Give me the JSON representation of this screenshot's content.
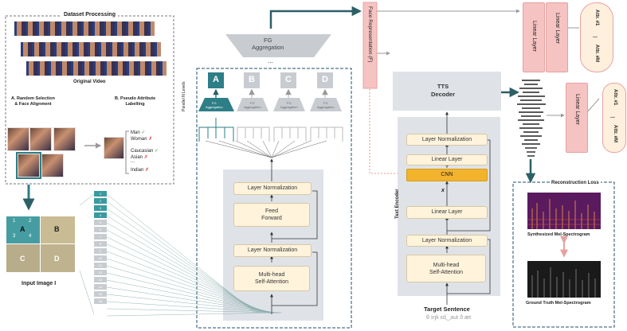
{
  "dataset": {
    "title": "Dataset Processing",
    "video_caption": "Original Video",
    "step_a": "A. Random Selection\n& Face Alignment",
    "step_b": "B. Pseudo Attribute\nLabelling",
    "attr_man": "Man",
    "attr_woman": "Woman",
    "attr_caucasian": "Caucasian",
    "attr_asian": "Asian",
    "attr_dots": "...",
    "attr_indian": "Indian"
  },
  "input_image": {
    "caption": "Input Image I",
    "quadrants": [
      "A",
      "B",
      "C",
      "D"
    ],
    "patch_numbers": [
      "1",
      "2",
      "3",
      "4"
    ]
  },
  "tokens": [
    "1",
    "2",
    "3",
    "4",
    "5",
    "6",
    "7",
    "8",
    "9",
    "10",
    "11",
    "12",
    "13",
    "14",
    "15",
    "16"
  ],
  "fg_top": {
    "label": "FG\nAggregation",
    "dots": "..."
  },
  "parallel": {
    "side_label": "Parallel N Levels",
    "heads": [
      "A",
      "B",
      "C",
      "D"
    ],
    "agg_label": "FG\nAggregation"
  },
  "encoder_left": {
    "layer_norm_top": "Layer Normalization",
    "feed_forward": "Feed\nForward",
    "layer_norm_bottom": "Layer Normalization",
    "mhsa": "Multi-head\nSelf-Attention"
  },
  "face_rep": {
    "label": "Face Representation (F)"
  },
  "tts": {
    "decoder": "TTS\nDecoder",
    "text_encoder": "Text Encoder",
    "layer_norm_top": "Layer Normalization",
    "linear_top": "Linear Layer",
    "cnn": "CNN",
    "x_label": "x",
    "linear_bottom": "Linear Layer",
    "layer_norm_bottom": "Layer Normalization",
    "mhsa": "Multi-head\nSelf-Attention",
    "target_sentence": "Target Sentence",
    "target_phonemes": "θ ɪŋk ɛd‿aut ð æt"
  },
  "heads_right": {
    "linear_a": "Linear Layer",
    "linear_b": "Linear Layer",
    "linear_c": "Linear Layer",
    "attr_top_1": "Attr. #1",
    "attr_top_dots": "...",
    "attr_top_m": "Attr. #M",
    "attr_bot_1": "Attr. #1",
    "attr_bot_dots": "...",
    "attr_bot_m": "Attr. #M"
  },
  "recon": {
    "title": "Reconstruction Loss",
    "synth": "Synthesized Mel-Spectrogram",
    "gt": "Ground Truth Mel-Spectrogram"
  },
  "colors": {
    "teal": "#2d7e86",
    "teal_light": "#6fb3ba",
    "cream": "#fff3dc",
    "orange": "#f2b32d",
    "pink": "#f6c3c3",
    "grey_panel": "#dfe3e8",
    "attr_oval": "#fff0dd"
  }
}
